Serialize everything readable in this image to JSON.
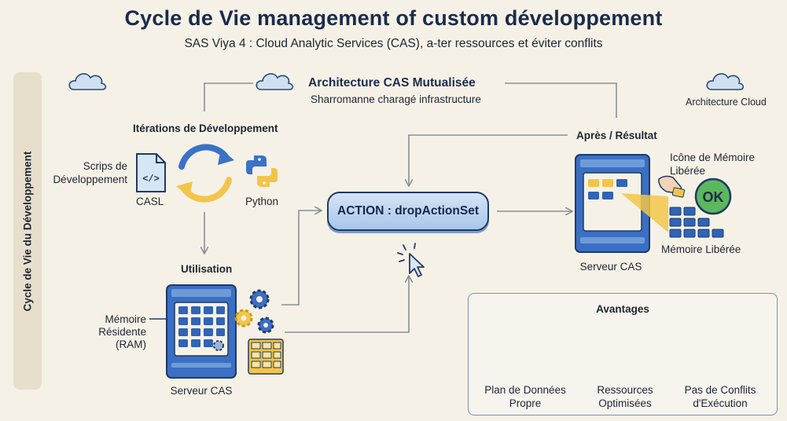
{
  "header": {
    "title": "Cycle de Vie management of custom développement",
    "subtitle": "SAS Viya 4 : Cloud Analytic Services (CAS), a-ter ressources et éviter conflits"
  },
  "sidebar": {
    "label": "Cycle de Vie du Développement"
  },
  "architecture": {
    "title": "Architecture CAS Mutualisée",
    "subtitle": "Sharromanne charagé infrastructure",
    "cloud_label": "Architecture Cloud"
  },
  "iterations": {
    "title": "Itérations de Développement",
    "scripts_label_line1": "Scrips de",
    "scripts_label_line2": "Développement",
    "casl_label": "CASL",
    "python_label": "Python"
  },
  "utilisation": {
    "title": "Utilisation",
    "memory_label_line1": "Mémoire",
    "memory_label_line2": "Résidente",
    "memory_label_line3": "(RAM)",
    "server_label": "Serveur CAS"
  },
  "action": {
    "label": "ACTION : dropActionSet"
  },
  "result": {
    "title": "Après / Résultat",
    "icon_label_line1": "Icône de Mémoire",
    "icon_label_line2": "Libérée",
    "ok_label": "OK",
    "freed_memory_label": "Mémoire Libérée",
    "server_label": "Serveur CAS"
  },
  "advantages": {
    "title": "Avantages",
    "items": [
      {
        "line1": "Plan de Données",
        "line2": "Propre",
        "icon": "broom-icon"
      },
      {
        "line1": "Ressources",
        "line2": "Optimisées",
        "icon": "growth-chart-icon"
      },
      {
        "line1": "Pas de Conflits",
        "line2": "d'Exécution",
        "icon": "no-conflict-icon"
      }
    ]
  },
  "colors": {
    "navy": "#1f3a66",
    "server_blue": "#3a6fc4",
    "cell_blue": "#2f64b8",
    "cell_yellow": "#f2c54a",
    "green": "#4caf50",
    "background": "#f6f1e6"
  }
}
